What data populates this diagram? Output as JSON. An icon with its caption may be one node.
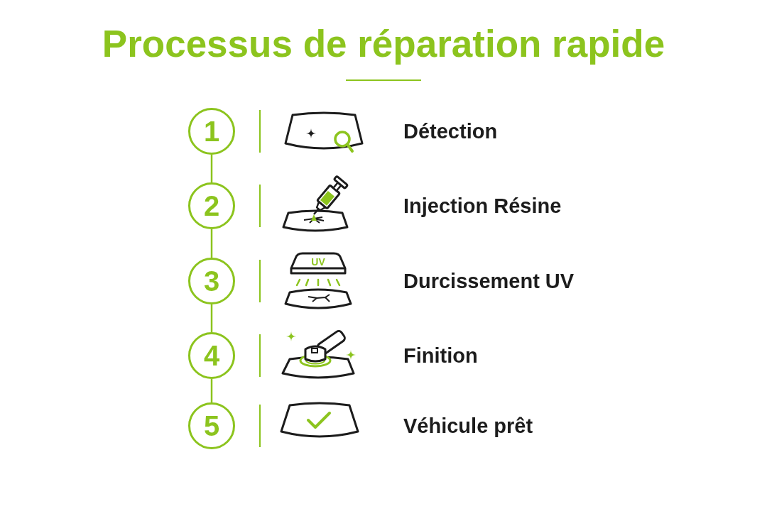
{
  "diagram": {
    "title": "Processus de réparation rapide",
    "nodes": [
      {
        "text": [
          "1"
        ]
      },
      {
        "text": [
          "2"
        ]
      },
      {
        "text": [
          "3"
        ]
      },
      {
        "text": [
          "4"
        ]
      },
      {
        "text": [
          "5"
        ]
      }
    ],
    "edges": [
      {
        "from": 0,
        "to": 1,
        "arrow": "none"
      },
      {
        "from": 1,
        "to": 2,
        "arrow": "none"
      },
      {
        "from": 2,
        "to": 3,
        "arrow": "none"
      },
      {
        "from": 3,
        "to": 4,
        "arrow": "none"
      }
    ],
    "labels": [
      "Détection",
      "Injection Résine",
      "UV",
      "Durcissement UV",
      "Finition",
      "Véhicule prêt"
    ]
  }
}
